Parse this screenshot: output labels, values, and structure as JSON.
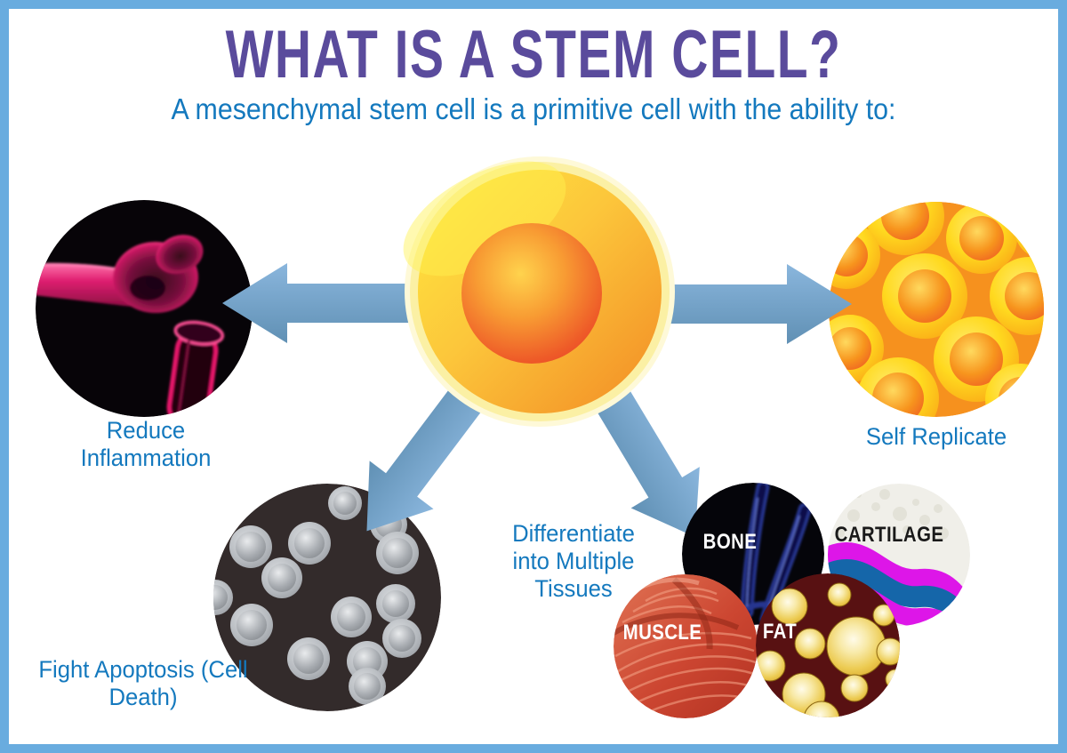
{
  "infographic": {
    "title": "WHAT IS A STEM CELL?",
    "subtitle": "A mesenchymal stem cell is a primitive cell with the ability to:"
  },
  "abilities": [
    {
      "label": "Reduce Inflammation"
    },
    {
      "label": "Self Replicate"
    },
    {
      "label": "Fight Apoptosis (Cell Death)"
    },
    {
      "label": "Differentiate into Multiple Tissues"
    }
  ],
  "tissues": [
    {
      "name": "BONE"
    },
    {
      "name": "CARTILAGE"
    },
    {
      "name": "MUSCLE"
    },
    {
      "name": "FAT"
    }
  ],
  "illustrations": {
    "center": "stem-cell",
    "reduce_inflammation": "knee-joint-xray",
    "self_replicate": "dividing-cell-cluster",
    "fight_apoptosis": "gray-cell-spheres",
    "bone": "bone-xray",
    "cartilage": "cartilage-texture",
    "muscle": "muscle-fibers",
    "fat": "fat-globules"
  },
  "colors": {
    "page_border": "#69ACDF",
    "title": "#5A4B9C",
    "body_text": "#1479BE",
    "arrow": "#74A3CE",
    "background": "#FFFFFF"
  }
}
